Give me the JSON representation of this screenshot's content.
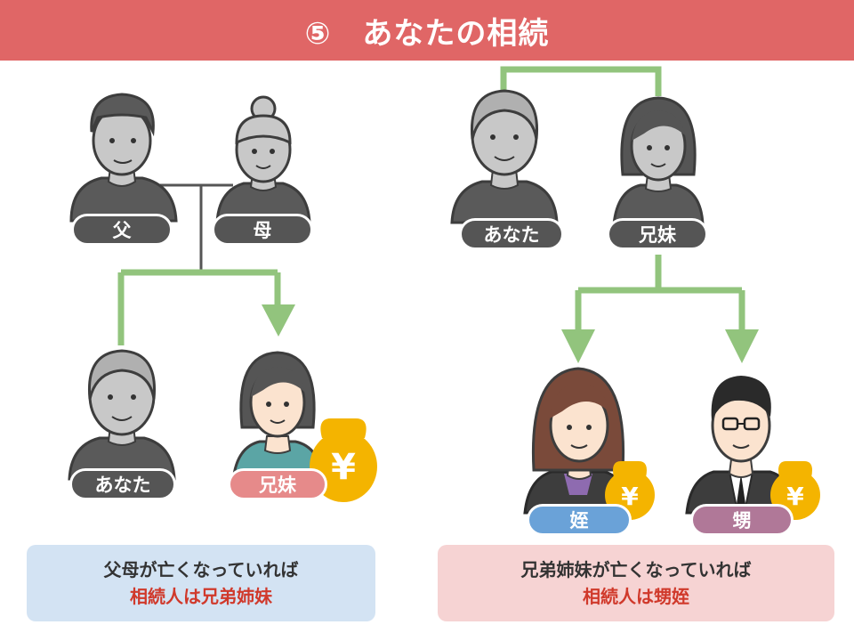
{
  "header": {
    "title": "⑤　あなたの相続",
    "color": "#e06666"
  },
  "left": {
    "father": "父",
    "mother": "母",
    "you": "あなた",
    "sibling": "兄妹",
    "note_line1": "父母が亡くなっていれば",
    "note_line2": "相続人は兄弟姉妹"
  },
  "right": {
    "you": "あなた",
    "sibling": "兄妹",
    "niece": "姪",
    "nephew": "甥",
    "note_line1": "兄弟姉妹が亡くなっていれば",
    "note_line2": "相続人は甥姪"
  },
  "icons": {
    "money_bag": "yen-money-bag-icon",
    "yen_symbol": "¥"
  },
  "colors": {
    "arrow": "#92c47d",
    "heir_highlight": "#d0392b",
    "label_dark": "#555555"
  }
}
